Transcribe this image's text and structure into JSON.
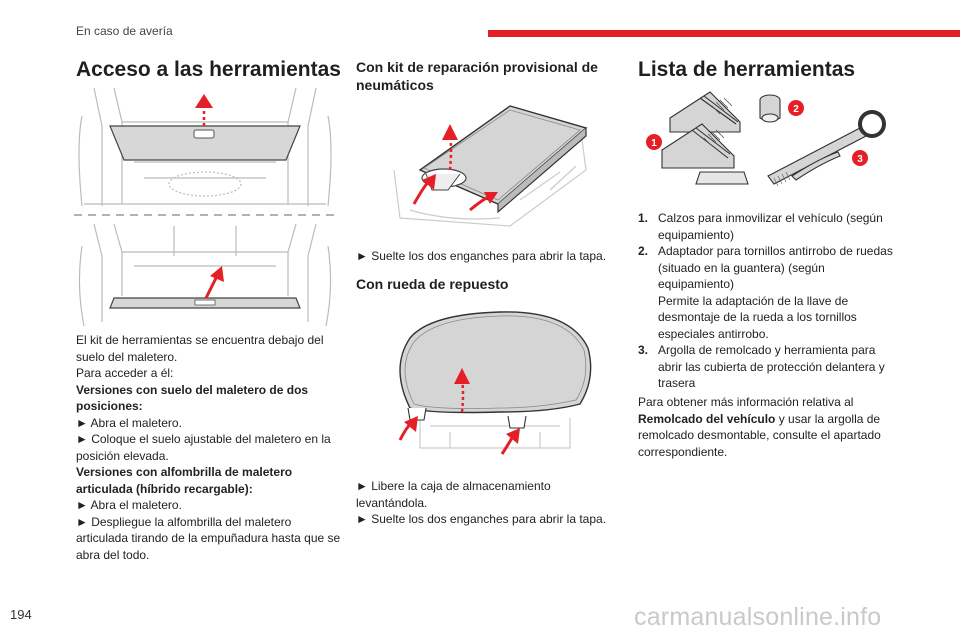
{
  "header": {
    "section": "En caso de avería",
    "accent_color": "#e51f26"
  },
  "col1": {
    "title": "Acceso a las herramientas",
    "paragraphs": [
      {
        "text": "El kit de herramientas se encuentra debajo del suelo del maletero.",
        "bold": false
      },
      {
        "text": "Para acceder a él:",
        "bold": false
      },
      {
        "text": "Versiones con suelo del maletero de dos posiciones:",
        "bold": true
      },
      {
        "text": "► Abra el maletero.",
        "bold": false
      },
      {
        "text": "► Coloque el suelo ajustable del maletero en la posición elevada.",
        "bold": false
      },
      {
        "text": "Versiones con alfombrilla de maletero articulada (híbrido recargable):",
        "bold": true
      },
      {
        "text": "► Abra el maletero.",
        "bold": false
      },
      {
        "text": "► Despliegue la alfombrilla del maletero articulada tirando de la empuñadura hasta que se abra del todo.",
        "bold": false
      }
    ]
  },
  "col2": {
    "title1": "Con kit de reparación provisional de neumáticos",
    "text1": "► Suelte los dos enganches para abrir la tapa.",
    "title2": "Con rueda de repuesto",
    "text2a": "► Libere la caja de almacenamiento levantándola.",
    "text2b": "► Suelte los dos enganches para abrir la tapa."
  },
  "col3": {
    "title": "Lista de herramientas",
    "callouts": [
      "1",
      "2",
      "3"
    ],
    "items": [
      {
        "num": "1.",
        "lines": [
          "Calzos para inmovilizar el vehículo (según equipamiento)"
        ]
      },
      {
        "num": "2.",
        "lines": [
          "Adaptador para tornillos antirrobo de ruedas (situado en la guantera) (según equipamiento)",
          "Permite la adaptación de la llave de desmontaje de la rueda a los tornillos especiales antirrobo."
        ]
      },
      {
        "num": "3.",
        "lines": [
          "Argolla de remolcado y herramienta para abrir las cubierta de protección delantera y trasera"
        ]
      }
    ],
    "more_info_before": "Para obtener más información relativa al ",
    "more_info_bold": "Remolcado del vehículo",
    "more_info_after": " y usar la argolla de remolcado desmontable, consulte el apartado correspondiente."
  },
  "page_number": "194",
  "watermark": "carmanualsonline.info"
}
